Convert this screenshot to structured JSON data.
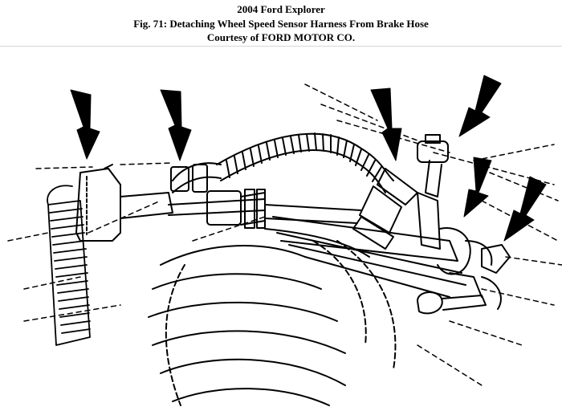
{
  "header": {
    "line1": "2004 Ford Explorer",
    "line2": "Fig. 71: Detaching Wheel Speed Sensor Harness From Brake Hose",
    "line3": "Courtesy of FORD MOTOR CO."
  },
  "figure": {
    "ink_color": "#000000",
    "pointer_count": 6
  }
}
